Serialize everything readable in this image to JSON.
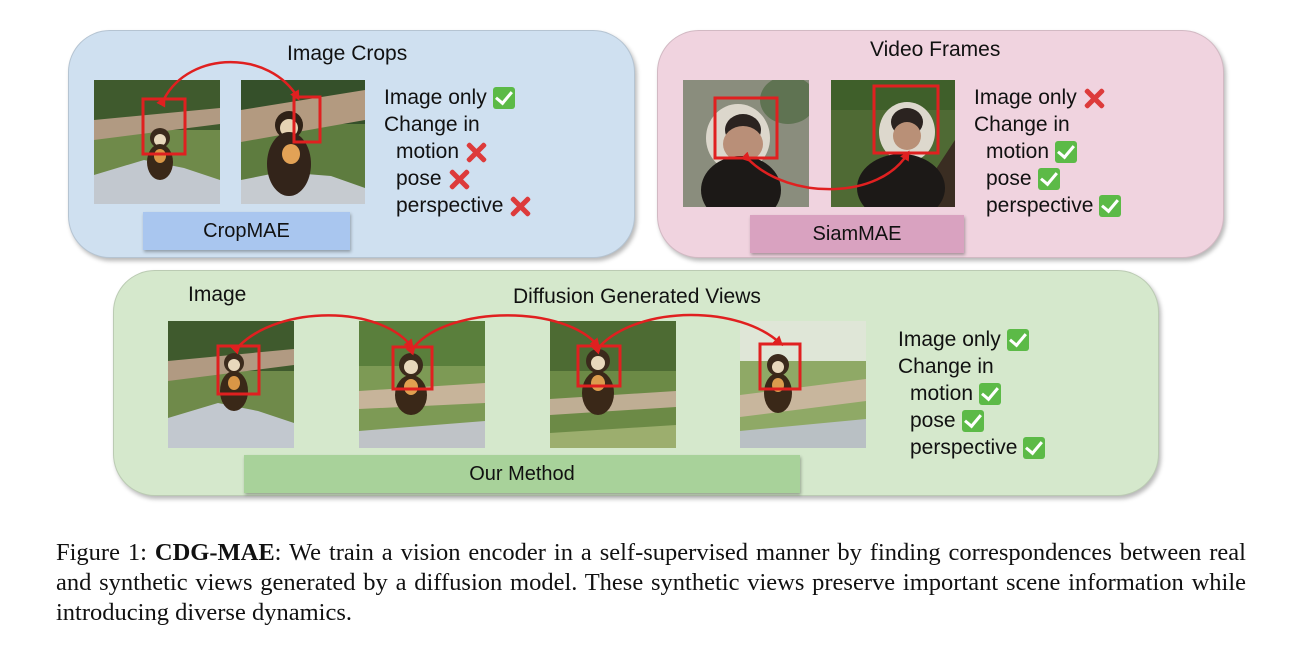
{
  "colors": {
    "arrow": "#e02020",
    "box": "#e02020",
    "check": "#5cba47",
    "cross": "#dd3b3b"
  },
  "crops": {
    "title": "Image Crops",
    "method": "CropMAE",
    "props": {
      "image_only": "Image only",
      "change_in": "Change in",
      "motion": "motion",
      "pose": "pose",
      "perspective": "perspective"
    },
    "marks": {
      "image_only": "check",
      "motion": "cross",
      "pose": "cross",
      "perspective": "cross"
    }
  },
  "video": {
    "title": "Video Frames",
    "method": "SiamMAE",
    "props": {
      "image_only": "Image only",
      "change_in": "Change in",
      "motion": "motion",
      "pose": "pose",
      "perspective": "perspective"
    },
    "marks": {
      "image_only": "cross",
      "motion": "check",
      "pose": "check",
      "perspective": "check"
    }
  },
  "ours": {
    "image_label": "Image",
    "views_label": "Diffusion Generated Views",
    "method": "Our Method",
    "props": {
      "image_only": "Image only",
      "change_in": "Change in",
      "motion": "motion",
      "pose": "pose",
      "perspective": "perspective"
    },
    "marks": {
      "image_only": "check",
      "motion": "check",
      "pose": "check",
      "perspective": "check"
    }
  },
  "caption": {
    "label": "CDG-MAE",
    "prefix": "Figure 1: ",
    "text": ": We train a vision encoder in a self-supervised manner by finding correspondences between real and synthetic views generated by a diffusion model. These synthetic views preserve important scene information while introducing diverse dynamics."
  }
}
